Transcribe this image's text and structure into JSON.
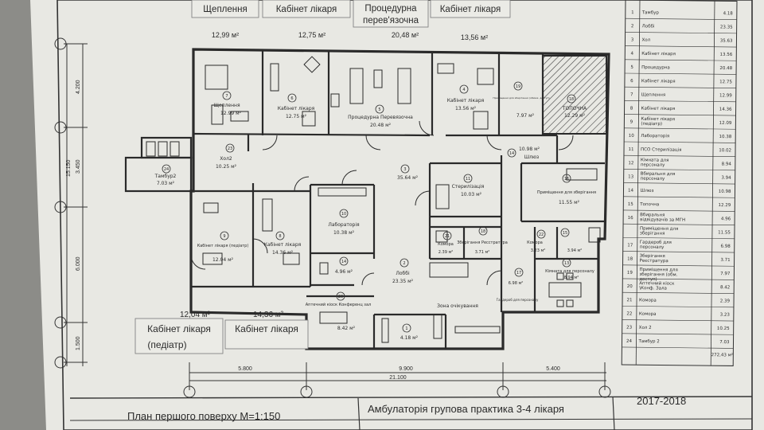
{
  "top_labels": [
    {
      "name": "Щеплення",
      "area": "12,99 м²"
    },
    {
      "name": "Кабінет лікаря",
      "area": "12,75 м²"
    },
    {
      "name": "Процедурна\nперев'язочна",
      "area": "20,48 м²"
    },
    {
      "name": "Кабінет лікаря",
      "area": "13,56 м²"
    }
  ],
  "bottom_labels": [
    {
      "name": "Кабінет лікаря\n(педіатр)",
      "area": "12,04 м²"
    },
    {
      "name": "Кабінет лікаря",
      "area": "14,36 м²"
    }
  ],
  "rooms": [
    {
      "num": "7",
      "name": "Щеплення",
      "area": "12.99 м²"
    },
    {
      "num": "6",
      "name": "Кабінет лікаря",
      "area": "12.75 м²"
    },
    {
      "num": "5",
      "name": "Процедурна Перевязочна",
      "area": "20.48 м²"
    },
    {
      "num": "4",
      "name": "Кабінет лікаря",
      "area": "13.56 м²"
    },
    {
      "num": "19",
      "name": "Приміщення для зберігання (обмеж. доступ)",
      "area": "7.97 м²"
    },
    {
      "num": "18",
      "name": "ТОПОЧНА",
      "area": "12.29 м²"
    },
    {
      "num": "23",
      "name": "Хол2",
      "area": "10.25 м²"
    },
    {
      "num": "24",
      "name": "Тамбур2",
      "area": "7.03 м²"
    },
    {
      "num": "3",
      "name": "",
      "area": "35.64 м²"
    },
    {
      "num": "11",
      "name": "Стерилізація",
      "area": "10.03 м²"
    },
    {
      "num": "14",
      "name": "Шлюз",
      "area": "10.98 м²"
    },
    {
      "num": "16",
      "name": "Приміщення для зберігання",
      "area": "11.55 м²"
    },
    {
      "num": "9",
      "name": "Кабінет лікаря (педіатр)",
      "area": "12.04 м²"
    },
    {
      "num": "8",
      "name": "Кабінет лікаря",
      "area": "14.36 м²"
    },
    {
      "num": "10",
      "name": "Лабораторія",
      "area": "10.38 м²"
    },
    {
      "num": "21",
      "name": "Комора",
      "area": "2.39 м²"
    },
    {
      "num": "18",
      "name": "Зберігання Ресстратура",
      "area": "3.71 м²"
    },
    {
      "num": "22",
      "name": "Комора",
      "area": "3.23 м²"
    },
    {
      "num": "15",
      "name": "",
      "area": "3.94 м²"
    },
    {
      "num": "13",
      "name": "Кімната для персоналу",
      "area": "8.94 м²"
    },
    {
      "num": "2",
      "name": "Лоббі",
      "area": "23.35 м²"
    },
    {
      "num": "14",
      "name": "",
      "area": "4.96 м²"
    },
    {
      "num": "20",
      "name": "Аптечний кіоск Конференц зал",
      "area": "8.42 м²"
    },
    {
      "num": "17",
      "name": "Гардероб для персоналу",
      "area": "6.98 м²"
    },
    {
      "num": "",
      "name": "Зона очікування",
      "area": ""
    },
    {
      "num": "1",
      "name": "",
      "area": "4.18 м²"
    }
  ],
  "dimensions": {
    "left": [
      "4.200",
      "3.450",
      "6.000",
      "1.500"
    ],
    "left_total": "15.150",
    "bottom": [
      "5.800",
      "9.900",
      "5.400"
    ],
    "bottom_total": "21.100"
  },
  "table": {
    "rows": [
      {
        "n": "1",
        "name": "Тамбур",
        "area": "4.18"
      },
      {
        "n": "2",
        "name": "Лоббі",
        "area": "23.35"
      },
      {
        "n": "3",
        "name": "Хол",
        "area": "35.63"
      },
      {
        "n": "4",
        "name": "Кабінет лікаря",
        "area": "13.56"
      },
      {
        "n": "5",
        "name": "Процедурна",
        "area": "20.48"
      },
      {
        "n": "6",
        "name": "Кабінет лікаря",
        "area": "12.75"
      },
      {
        "n": "7",
        "name": "Щеплення",
        "area": "12.99"
      },
      {
        "n": "8",
        "name": "Кабінет лікаря",
        "area": "14.36"
      },
      {
        "n": "9",
        "name": "Кабінет лікаря (педіатр)",
        "area": "12.09"
      },
      {
        "n": "10",
        "name": "Лабораторія",
        "area": "10.38"
      },
      {
        "n": "11",
        "name": "ПСО Стерилізація",
        "area": "10.02"
      },
      {
        "n": "12",
        "name": "Кімната для персоналу",
        "area": "8.94"
      },
      {
        "n": "13",
        "name": "Вбиральня для персоналу",
        "area": "3.94"
      },
      {
        "n": "14",
        "name": "Шлюз",
        "area": "10.98"
      },
      {
        "n": "15",
        "name": "Топочна",
        "area": "12.29"
      },
      {
        "n": "16",
        "name": "Вбиральня відвідувачів за МГН",
        "area": "4.96"
      },
      {
        "n": "",
        "name": "Приміщення для зберігання",
        "area": "11.55"
      },
      {
        "n": "17",
        "name": "Гардероб для персоналу",
        "area": "6.98"
      },
      {
        "n": "18",
        "name": "Зберігання Реєстратура",
        "area": "3.71"
      },
      {
        "n": "19",
        "name": "Приміщення для зберігання (обм. доступ)",
        "area": "7.97"
      },
      {
        "n": "20",
        "name": "Аптечний кіоск \\Конф. Зала",
        "area": "8.42"
      },
      {
        "n": "21",
        "name": "Комора",
        "area": "2.39"
      },
      {
        "n": "22",
        "name": "Комора",
        "area": "3.23"
      },
      {
        "n": "23",
        "name": "Хол 2",
        "area": "10.25"
      },
      {
        "n": "24",
        "name": "Тамбур 2",
        "area": "7.03"
      }
    ],
    "total": "272,43 м²"
  },
  "title_block": {
    "plan": "План першого поверху М=1:150",
    "project": "Амбулаторія групова практика 3-4 лікаря",
    "year": "2017-2018"
  },
  "colors": {
    "paper": "#e9e9e4",
    "ink": "#2b2b2b",
    "hatch": "#444444"
  }
}
